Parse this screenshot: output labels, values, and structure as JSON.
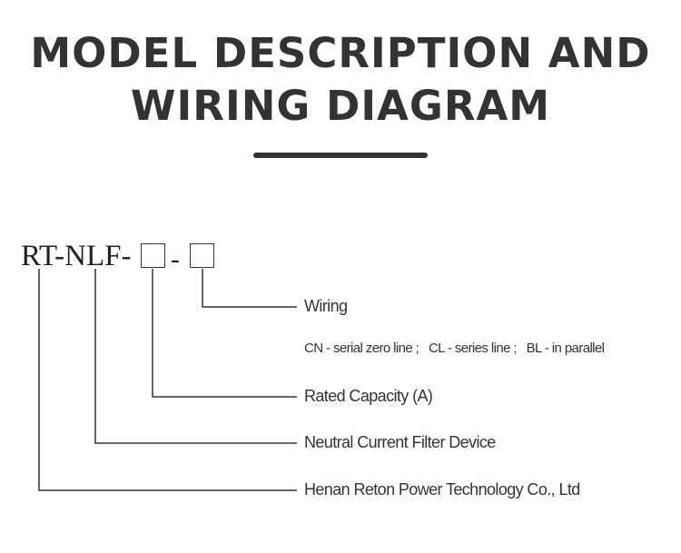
{
  "header": {
    "title_line1": "MODEL DESCRIPTION AND",
    "title_line2": "WIRING DIAGRAM"
  },
  "model": {
    "code": "RT-NLF-",
    "separator": "-"
  },
  "labels": {
    "wiring": "Wiring",
    "wiring_options": "CN - serial zero line ;   CL - series line ;   BL - in parallel",
    "rated_capacity": "Rated Capacity (A)",
    "neutral_filter": "Neutral Current Filter Device",
    "company": "Henan Reton Power Technology Co., Ltd"
  },
  "colors": {
    "text": "#333333",
    "lines": "#333333"
  }
}
